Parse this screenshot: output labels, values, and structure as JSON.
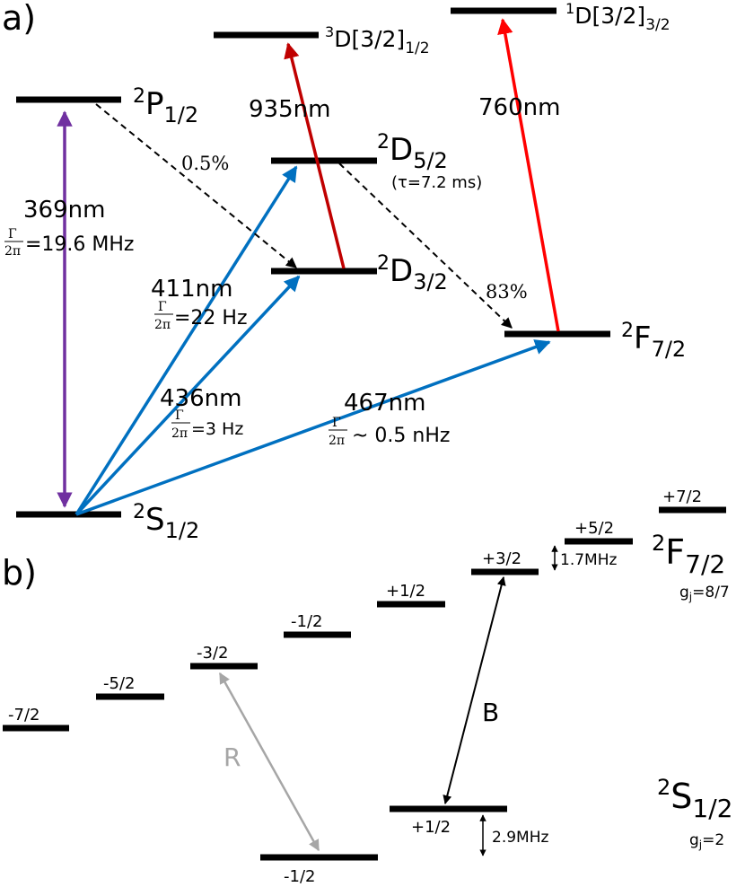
{
  "panel_a": {
    "label": "a)",
    "levels": {
      "S12": {
        "base": "S",
        "sup": "2",
        "sub": "1/2"
      },
      "P12": {
        "base": "P",
        "sup": "2",
        "sub": "1/2"
      },
      "D52": {
        "base": "D",
        "sup": "2",
        "sub": "5/2",
        "note": "(τ=7.2 ms)"
      },
      "D32": {
        "base": "D",
        "sup": "2",
        "sub": "3/2"
      },
      "F72": {
        "base": "F",
        "sup": "2",
        "sub": "7/2"
      },
      "D3_12": {
        "sup": "3",
        "base": "D[3/2]",
        "sub": "1/2"
      },
      "D1_32": {
        "sup": "1",
        "base": "D[3/2]",
        "sub": "3/2"
      }
    },
    "transitions": {
      "t369": {
        "wavelength": "369nm",
        "gamma_num": "Γ",
        "gamma_den": "2π",
        "width": "=19.6 MHz",
        "color": "#7030a0"
      },
      "t411": {
        "wavelength": "411nm",
        "gamma_num": "Γ",
        "gamma_den": "2π",
        "width": "=22 Hz",
        "color": "#0070c0"
      },
      "t436": {
        "wavelength": "436nm",
        "gamma_num": "Γ",
        "gamma_den": "2π",
        "width": "=3 Hz",
        "color": "#0070c0"
      },
      "t467": {
        "wavelength": "467nm",
        "gamma_num": "Γ",
        "gamma_den": "2π",
        "width": "~ 0.5 nHz",
        "color": "#0070c0"
      },
      "t935": {
        "wavelength": "935nm",
        "color": "#c00000"
      },
      "t760": {
        "wavelength": "760nm",
        "color": "#ff0000"
      }
    },
    "branching": {
      "p_to_d32": "0.5%",
      "d52_to_f72": "83%"
    }
  },
  "panel_b": {
    "label": "b)",
    "f72": {
      "base": "F",
      "sup": "2",
      "sub": "7/2",
      "gj": "g",
      "gj_sub": "j",
      "gj_val": "=8/7",
      "mj": [
        "-7/2",
        "-5/2",
        "-3/2",
        "-1/2",
        "+1/2",
        "+3/2",
        "+5/2",
        "+7/2"
      ],
      "splitting": "1.7MHz"
    },
    "s12": {
      "base": "S",
      "sup": "2",
      "sub": "1/2",
      "gj": "g",
      "gj_sub": "j",
      "gj_val": "=2",
      "mj": [
        "-1/2",
        "+1/2"
      ],
      "splitting": "2.9MHz"
    },
    "arrows": {
      "R": {
        "label": "R",
        "color": "#a6a6a6"
      },
      "B": {
        "label": "B",
        "color": "#000000"
      }
    }
  }
}
